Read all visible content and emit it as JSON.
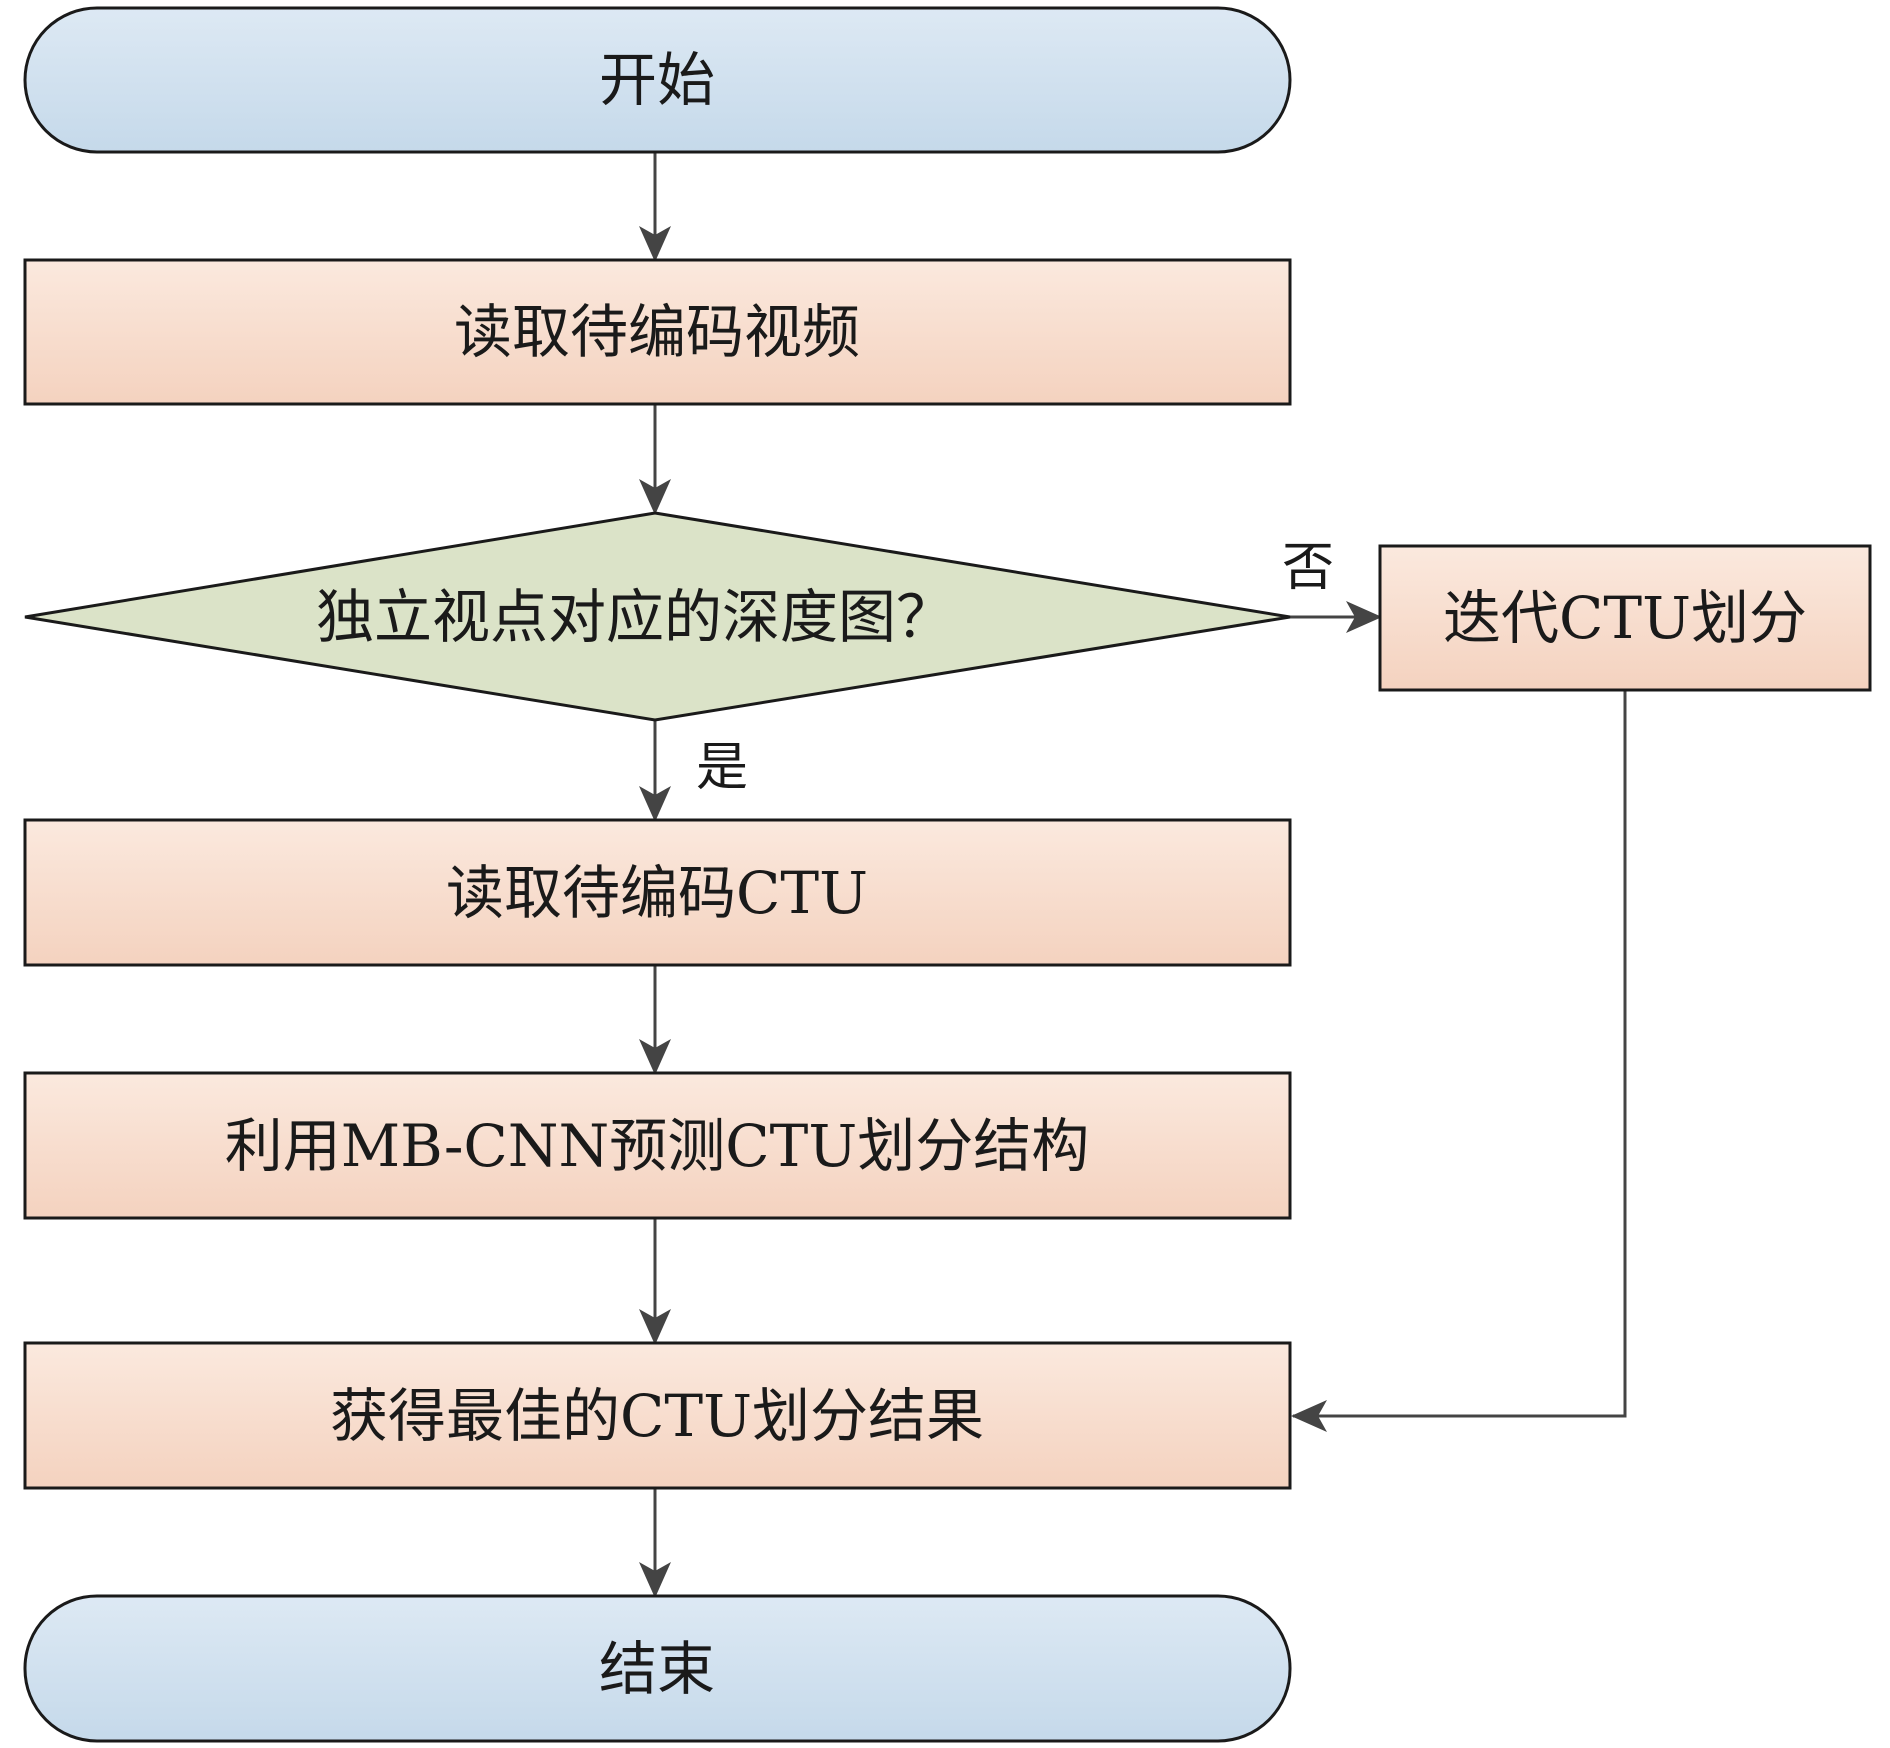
{
  "diagram": {
    "nodes": {
      "start": "开始",
      "read_video": "读取待编码视频",
      "decision": "独立视点对应的深度图？",
      "iterate": "迭代CTU划分",
      "read_ctu": "读取待编码CTU",
      "predict": "利用MB-CNN预测CTU划分结构",
      "best_result": "获得最佳的CTU划分结果",
      "end": "结束"
    },
    "edge_labels": {
      "no": "否",
      "yes": "是"
    }
  },
  "colors": {
    "terminal_fill": "#cfe0ef",
    "process_fill": "#f7dccb",
    "decision_fill": "#dbe3c8",
    "edge": "#444444"
  }
}
